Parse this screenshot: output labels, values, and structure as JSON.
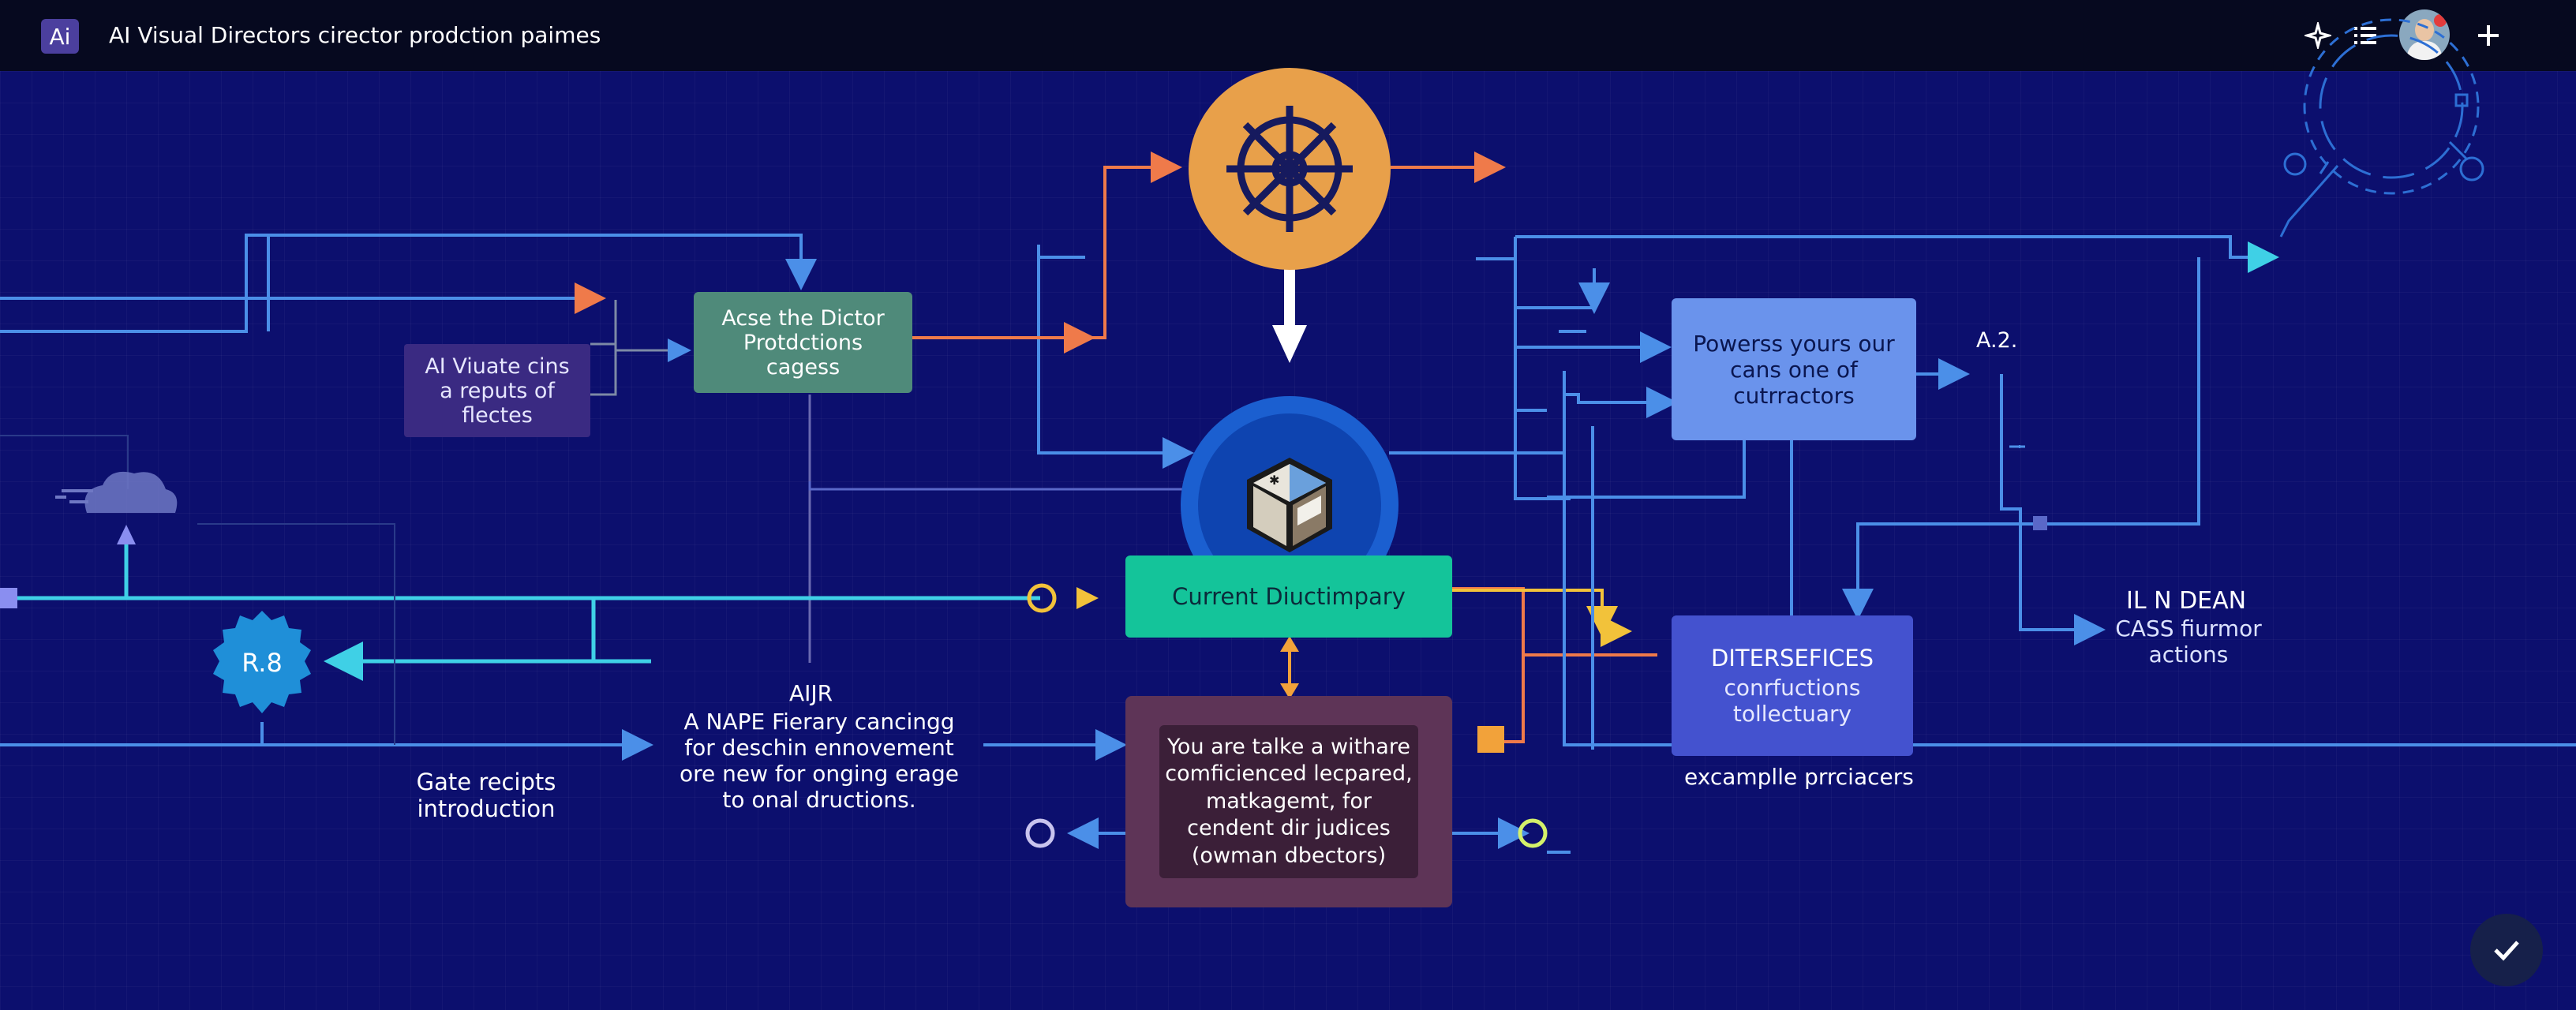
{
  "app": {
    "logo_text": "Ai",
    "title": "AI Visual Directors cirector prodction paimes"
  },
  "toolbar": {
    "icons": [
      "sparkle-icon",
      "list-icon",
      "avatar",
      "plus-icon"
    ]
  },
  "nodes": {
    "input": "AI Viuate cins a reputs of flectes",
    "director": "Acse the Dictor Protdctions cagess",
    "current": "Current Diuctimpary",
    "feedback": "You are talke a withare comficienced lecpared, matkagemt, for cendent dir judices (owman dbectors)",
    "powers": "Powerss yours our cans one of cutrractors",
    "diter": "DITERSEFICES",
    "diter_sub": "conrfuctions tollectuary",
    "badge": "R.8"
  },
  "labels": {
    "a2": "A.2.",
    "gate": "Gate recipts introduction",
    "aiir_title": "AIJR",
    "aiir_body": "A NAPE Fierary cancingg for deschin ennovement ore new for onging erage to onal dructions.",
    "il_dean": "IL N DEAN",
    "cass": "CASS fiurmor actions",
    "examples": "excamplle prrciacers"
  },
  "colors": {
    "background": "#0c0f6e",
    "topbar": "#06091f",
    "wire_blue": "#4b8fe8",
    "wire_cyan": "#3fd0e6",
    "wire_orange": "#ef7a4a",
    "wire_yellow": "#f2c23a",
    "orange_node": "#e8a04a",
    "teal_node": "#14c49a",
    "green_node": "#4f8a7a",
    "purple_node": "#3a2a82",
    "maroon_node": "#5e3457",
    "light_blue_node": "#6a93ec",
    "indigo_node": "#4452cf",
    "badge": "#1f8fd8"
  }
}
